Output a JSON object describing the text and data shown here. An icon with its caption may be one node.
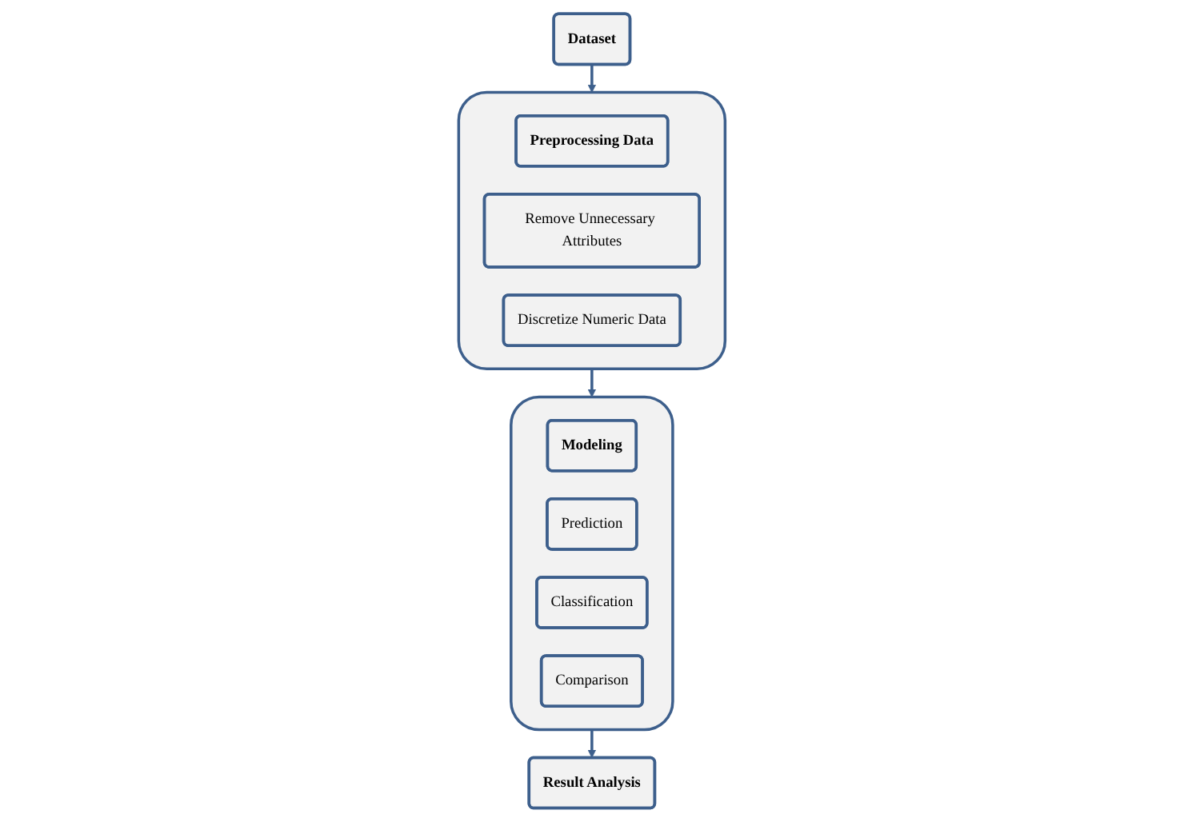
{
  "diagram": {
    "nodes": [
      {
        "text": [
          "Dataset"
        ]
      },
      {
        "text": [],
        "shape": "box"
      },
      {
        "text": [
          "Preprocessing Data"
        ],
        "in": 1
      },
      {
        "text": [
          "Remove Unnecessary Attributes"
        ],
        "in": 1
      },
      {
        "text": [
          "Discretize Numeric Data"
        ],
        "in": 1
      },
      {
        "text": [],
        "shape": "box"
      },
      {
        "text": [
          "Modeling"
        ],
        "in": 5
      },
      {
        "text": [
          "Prediction"
        ],
        "in": 5
      },
      {
        "text": [
          "Classification"
        ],
        "in": 5
      },
      {
        "text": [
          "Comparison"
        ],
        "in": 5
      },
      {
        "text": [
          "Result Analysis"
        ]
      }
    ],
    "edges": [
      {
        "from": 0,
        "to": 1,
        "arrow": "to"
      },
      {
        "from": 1,
        "to": 5,
        "arrow": "to"
      },
      {
        "from": 5,
        "to": 10,
        "arrow": "to"
      }
    ]
  }
}
